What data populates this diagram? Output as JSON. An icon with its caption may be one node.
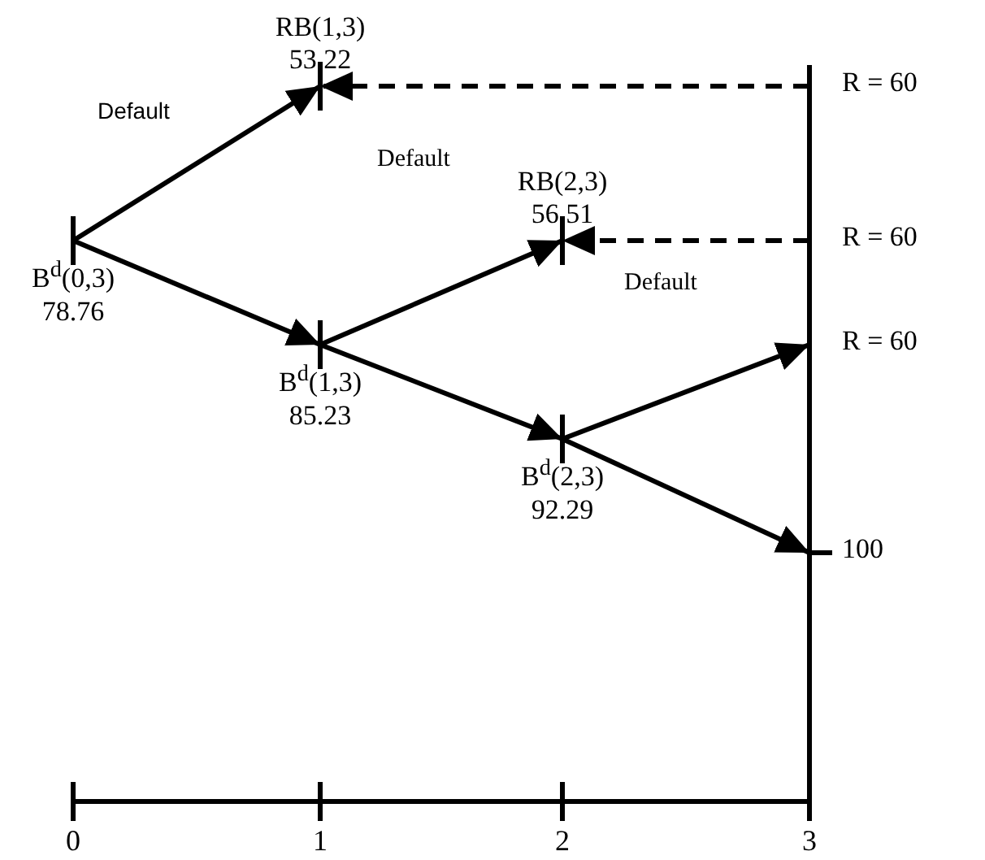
{
  "diagram": {
    "nodes": [
      {
        "text": [
          "B$^{d}$(0,3)",
          "78.76"
        ]
      },
      {
        "text": [
          "RB(1,3)",
          "53.22"
        ]
      },
      {
        "text": [
          "B$^{d}$(1,3)",
          "85.23"
        ]
      },
      {
        "text": [
          "RB(2,3)",
          "56.51"
        ]
      },
      {
        "text": [
          "B$^{d}$(2,3)",
          "92.29"
        ]
      },
      {
        "text": [
          "R = 60"
        ]
      },
      {
        "text": [
          "R = 60"
        ]
      },
      {
        "text": [
          "R = 60"
        ]
      },
      {
        "text": [
          "100"
        ]
      }
    ],
    "edges": [
      {
        "from": 0,
        "to": 1,
        "arrow": "to",
        "label": "Default"
      },
      {
        "from": 0,
        "to": 2,
        "arrow": "to"
      },
      {
        "from": 2,
        "to": 3,
        "arrow": "to",
        "label": "Default"
      },
      {
        "from": 2,
        "to": 4,
        "arrow": "to"
      },
      {
        "from": 4,
        "to": 7,
        "arrow": "to",
        "label": "Default"
      },
      {
        "from": 4,
        "to": 8,
        "arrow": "to"
      },
      {
        "from": 5,
        "to": 1,
        "arrow": "to",
        "style": "dashed"
      },
      {
        "from": 6,
        "to": 3,
        "arrow": "to",
        "style": "dashed"
      }
    ],
    "labels": [
      "0",
      "1",
      "2",
      "3"
    ]
  }
}
